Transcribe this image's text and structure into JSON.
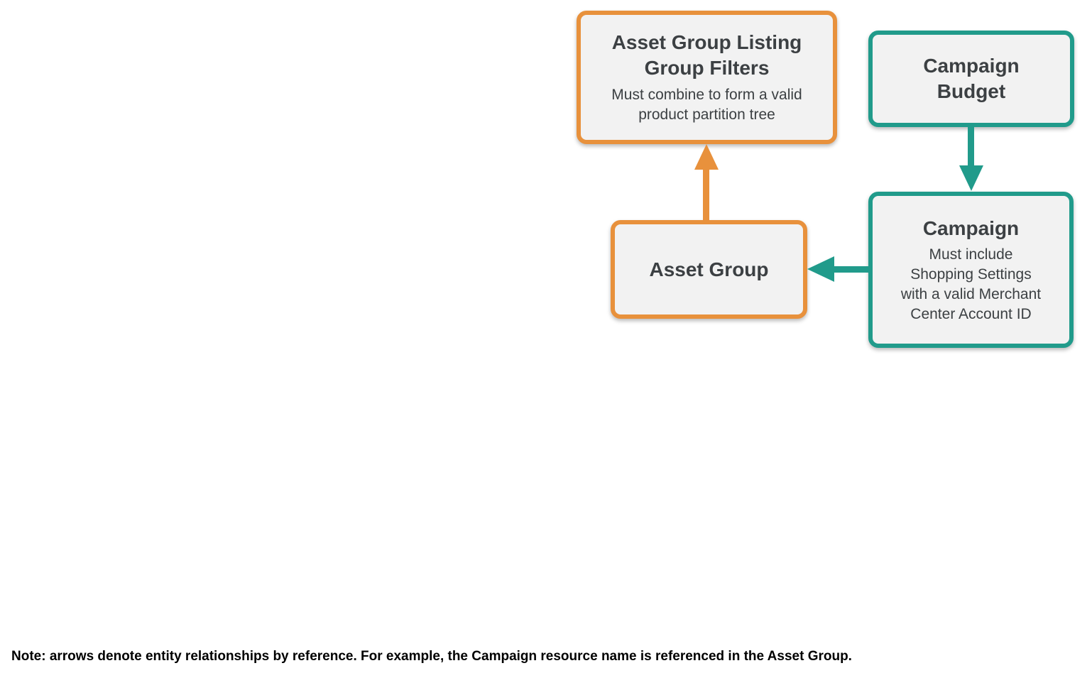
{
  "diagram": {
    "nodes": {
      "listing_filters": {
        "title": "Asset Group Listing\nGroup Filters",
        "subtitle": "Must combine to form a valid\nproduct partition tree",
        "accent_color": "#E8913C"
      },
      "campaign_budget": {
        "title": "Campaign\nBudget",
        "accent_color": "#219B8B"
      },
      "asset_group": {
        "title": "Asset Group",
        "accent_color": "#E8913C"
      },
      "campaign": {
        "title": "Campaign",
        "subtitle": "Must include\nShopping Settings\nwith a valid Merchant\nCenter Account ID",
        "accent_color": "#219B8B"
      }
    },
    "edges": [
      {
        "from": "asset_group",
        "to": "listing_filters",
        "direction": "up",
        "color": "#E8913C"
      },
      {
        "from": "campaign_budget",
        "to": "campaign",
        "direction": "down",
        "color": "#219B8B"
      },
      {
        "from": "campaign",
        "to": "asset_group",
        "direction": "left",
        "color": "#219B8B"
      }
    ]
  },
  "note": "Note: arrows denote entity relationships by reference. For example, the Campaign resource name is referenced in the Asset Group.",
  "colors": {
    "orange": "#E8913C",
    "teal": "#219B8B",
    "box_background": "#F2F2F2",
    "box_text": "#3C4043",
    "note_text": "#000000",
    "page_background": "#FFFFFF"
  }
}
